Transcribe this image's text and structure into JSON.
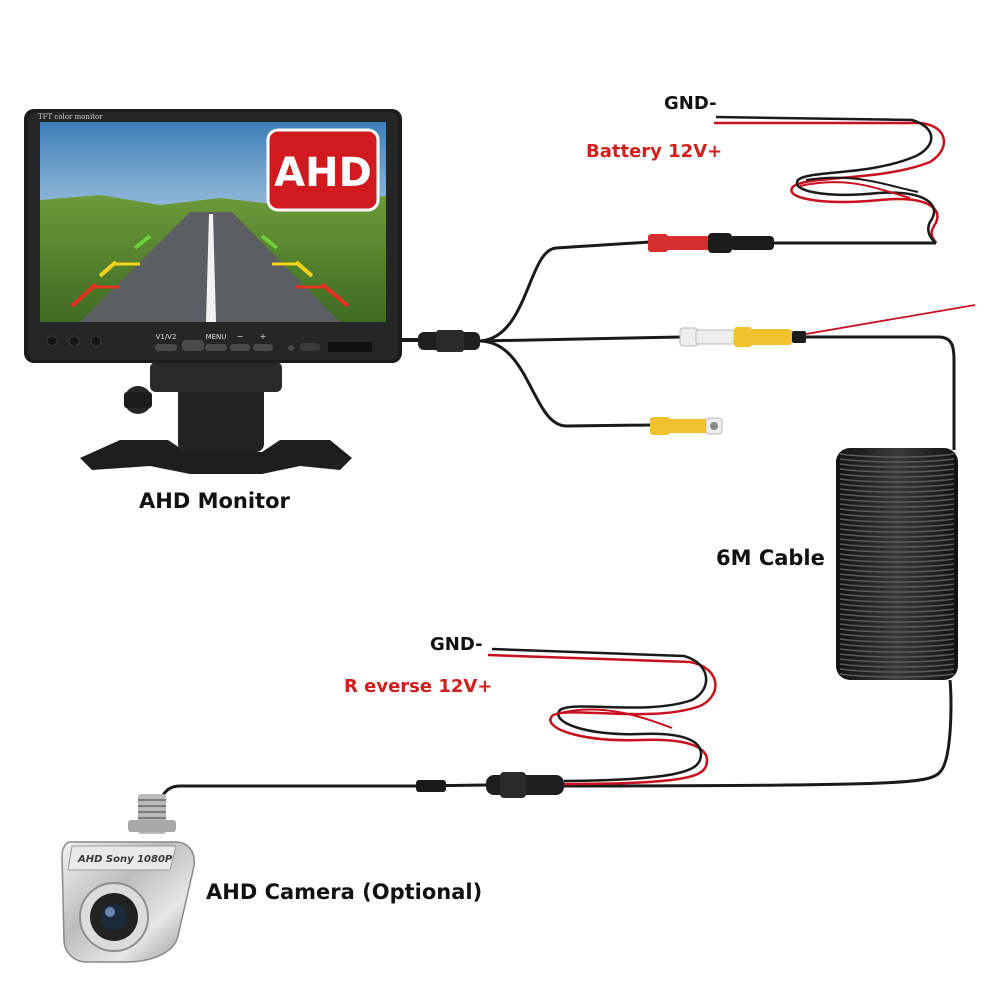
{
  "monitor": {
    "brand_text": "TFT color monitor",
    "badge_text": "AHD",
    "button_v1v2": "V1/V2",
    "button_menu": "MENU",
    "button_minus": "−",
    "button_plus": "+",
    "label": "AHD Monitor"
  },
  "power_wire": {
    "gnd_label": "GND-",
    "battery_label": "Battery 12V+"
  },
  "cable": {
    "label": "6M Cable"
  },
  "reverse_wire": {
    "gnd_label": "GND-",
    "reverse_label": "R everse 12V+"
  },
  "camera": {
    "engraving": "AHD Sony 1080P",
    "label": "AHD Camera (Optional)"
  },
  "colors": {
    "wire_black": "#1a1a1a",
    "wire_red": "#c8101e",
    "rca_red": "#d62f2f",
    "rca_yellow": "#f2c12e",
    "rca_white": "#eeeeee",
    "label_red": "#d0201b",
    "badge_red": "#d11a1f"
  }
}
